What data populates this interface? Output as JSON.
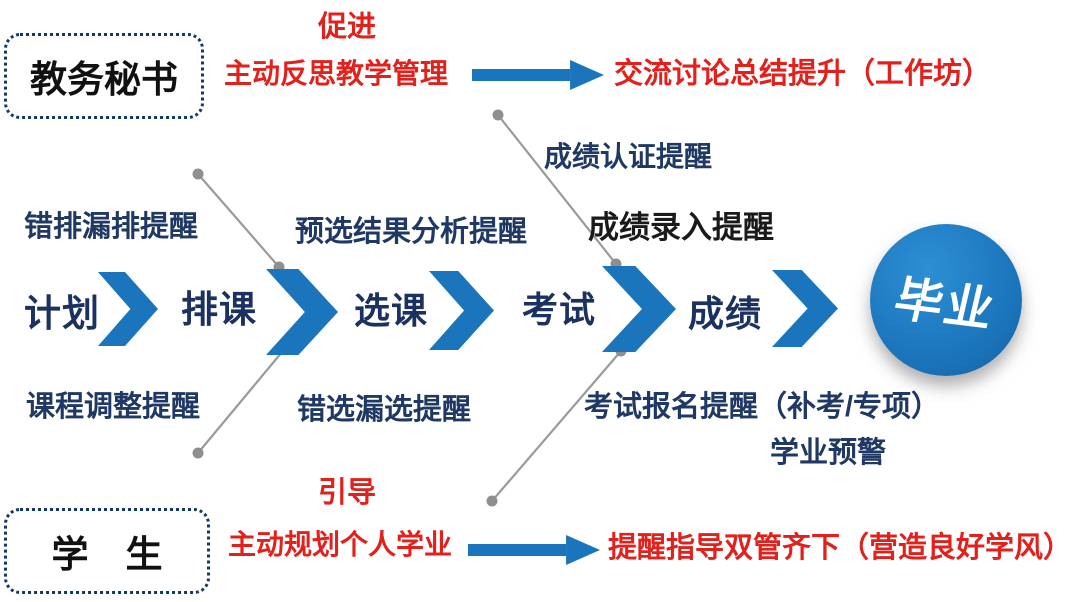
{
  "colors": {
    "accent_blue": "#1b75bc",
    "navy_text": "#1f3864",
    "red_text": "#e2211c",
    "black_text": "#1a1a1a",
    "connector_gray": "#9a9a9a"
  },
  "secretary": {
    "label": "教务秘书",
    "tag": "促进",
    "action": "主动反思教学管理",
    "result": "交流讨论总结提升（工作坊）"
  },
  "student": {
    "label": "学　生",
    "tag": "引导",
    "action": "主动规划个人学业",
    "result": "提醒指导双管齐下（营造良好学风）"
  },
  "process": {
    "steps": [
      "计划",
      "排课",
      "选课",
      "考试",
      "成绩"
    ],
    "final_label": "毕业"
  },
  "reminders": {
    "schedule_errors": "错排漏排提醒",
    "preselect_analysis": "预选结果分析提醒",
    "grade_certification": "成绩认证提醒",
    "grade_entry": "成绩录入提醒",
    "course_adjustment": "课程调整提醒",
    "selection_errors": "错选漏选提醒",
    "exam_registration": "考试报名提醒（补考/专项）",
    "academic_warning": "学业预警"
  }
}
